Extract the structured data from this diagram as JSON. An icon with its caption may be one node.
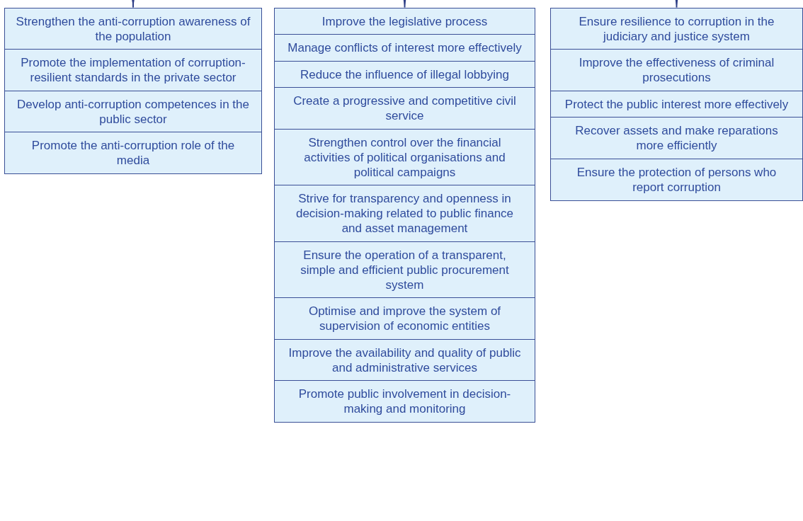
{
  "diagram": {
    "nodes": [
      {
        "text": [
          "Strengthen the anti-corruption awareness of the population"
        ]
      },
      {
        "text": [
          "Promote the implementation of corruption-resilient standards in the private sector"
        ]
      },
      {
        "text": [
          "Develop anti-corruption competences in the public sector"
        ]
      },
      {
        "text": [
          "Promote the anti-corruption role of the media"
        ]
      },
      {
        "text": [
          "Improve the legislative process"
        ]
      },
      {
        "text": [
          "Manage conflicts of interest more effectively"
        ]
      },
      {
        "text": [
          "Reduce the influence of illegal lobbying"
        ]
      },
      {
        "text": [
          "Create a progressive and competitive civil service"
        ]
      },
      {
        "text": [
          "Strengthen control over the financial activities of political organisations and political campaigns"
        ]
      },
      {
        "text": [
          "Strive for transparency and openness in decision-making related to public finance and asset management"
        ]
      },
      {
        "text": [
          "Ensure the operation of a transparent, simple and efficient public procurement system"
        ]
      },
      {
        "text": [
          "Optimise and improve the system of supervision of economic entities"
        ]
      },
      {
        "text": [
          "Improve the availability and quality of public and administrative services"
        ]
      },
      {
        "text": [
          "Promote public involvement in decision-making and monitoring"
        ]
      },
      {
        "text": [
          "Ensure resilience to corruption in the judiciary and justice system"
        ]
      },
      {
        "text": [
          "Improve the effectiveness of criminal prosecutions"
        ]
      },
      {
        "text": [
          "Protect the public interest more effectively"
        ]
      },
      {
        "text": [
          "Recover assets and make reparations more efficiently"
        ]
      },
      {
        "text": [
          "Ensure the protection of persons who report corruption"
        ]
      }
    ],
    "edges": [
      {
        "from": null,
        "to": 0,
        "arrow": "to"
      },
      {
        "from": null,
        "to": 4,
        "arrow": "to"
      },
      {
        "from": null,
        "to": 14,
        "arrow": "to"
      }
    ]
  }
}
